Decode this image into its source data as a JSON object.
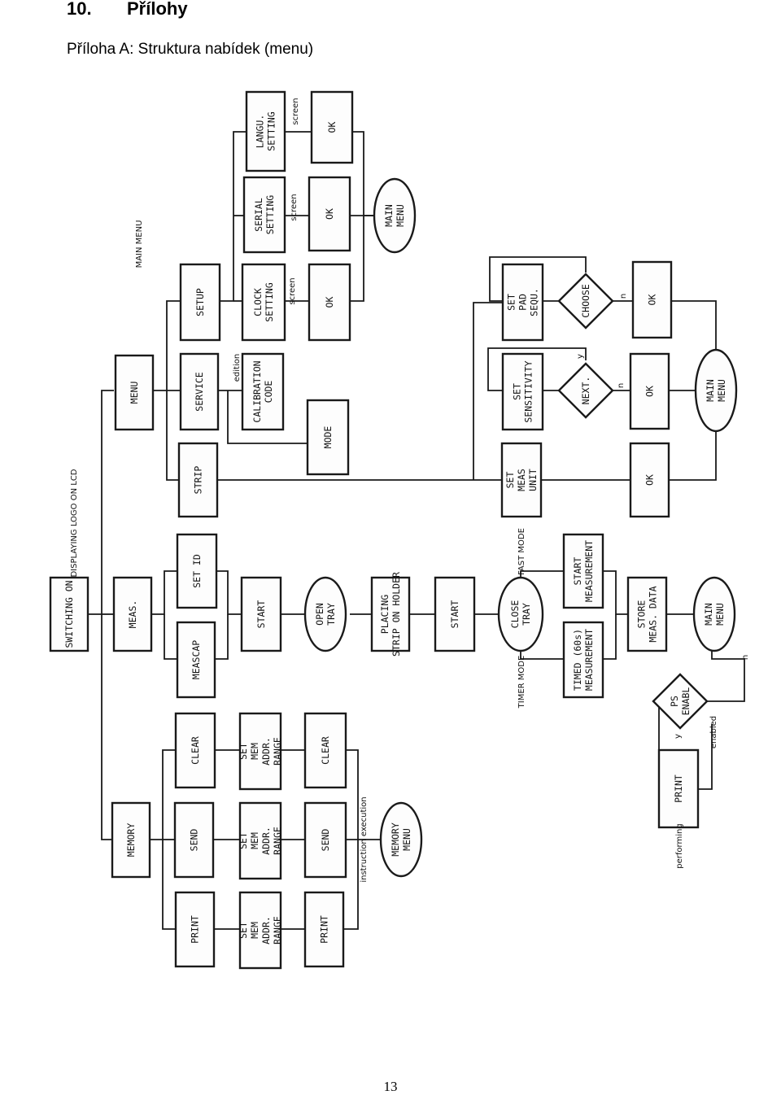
{
  "page": {
    "heading_number": "10.",
    "heading_title": "Přílohy",
    "subheading": "Příloha A: Struktura nabídek (menu)",
    "page_number": "13"
  },
  "diagram": {
    "labels": {
      "main_menu": "MAIN MENU",
      "displaying_logo": "DISPLAYING LOGO ON LCD",
      "screen": "screen",
      "edition": "edition",
      "fast_mode": "FAST MODE",
      "timer_mode": "TIMER MODE",
      "instruction_execution": "instruction execution",
      "performing": "performing",
      "enabled": "enabled",
      "y": "y",
      "n": "n"
    },
    "nodes": {
      "lang_setting": [
        "LANGU.",
        "SETTING"
      ],
      "serial_setting": [
        "SERIAL",
        "SETTING"
      ],
      "clock_setting": [
        "CLOCK",
        "SETTING"
      ],
      "ok": "OK",
      "setup": "SETUP",
      "service": "SERVICE",
      "calibration_code": [
        "CALIBRATION",
        "CODE"
      ],
      "mode": "MODE",
      "strip": "STRIP",
      "menu": "MENU",
      "set_pad_sequ": [
        "SET",
        "PAD",
        "SEQU."
      ],
      "choose": "CHOOSE",
      "set_sensitivity": [
        "SET",
        "SENSITIVITY"
      ],
      "next": "NEXT.",
      "set_meas_unit": [
        "SET",
        "MEAS",
        "UNIT"
      ],
      "main_menu": [
        "MAIN",
        "MENU"
      ],
      "switching_on": "SWITCHING ON",
      "meas": "MEAS.",
      "set_id": "SET ID",
      "meascap": "MEASCAP",
      "start": "START",
      "open_tray": [
        "OPEN",
        "TRAY"
      ],
      "placing_strip": [
        "PLACING",
        "STRIP ON HOLDER"
      ],
      "close_tray": [
        "CLOSE",
        "TRAY"
      ],
      "start_measurement": [
        "START",
        "MEASUREMENT"
      ],
      "timed_measurement": [
        "TIMED (60s)",
        "MEASUREMENT"
      ],
      "store_meas_data": [
        "STORE",
        "MEAS. DATA"
      ],
      "ps_enabl": [
        "PS",
        "ENABL"
      ],
      "memory": "MEMORY",
      "clear": "CLEAR",
      "send": "SEND",
      "print": "PRINT",
      "set_mem_addr_range": [
        "SET",
        "MEM",
        "ADDR.",
        "RANGE"
      ],
      "memory_menu": [
        "MEMORY",
        "MENU"
      ]
    }
  }
}
